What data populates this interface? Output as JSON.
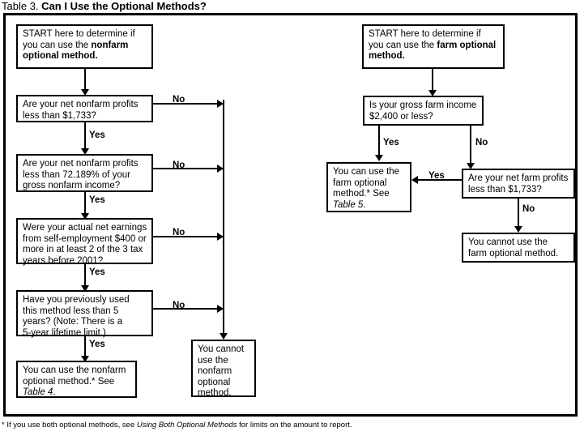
{
  "title": {
    "prefix": "Table 3.",
    "main": "Can I Use the Optional Methods?"
  },
  "footnote": {
    "pre": "* If you use both optional methods, see ",
    "italic": "Using Both Optional Methods",
    "post": " for limits on the amount to report."
  },
  "labels": {
    "yes": "Yes",
    "no": "No"
  },
  "nonfarm": {
    "start": {
      "line1": "START here to determine if",
      "line2": "you can use the ",
      "bold2": "nonfarm",
      "bold3": "optional method."
    },
    "q1": {
      "line1": "Are your net nonfarm profits",
      "line2": "less than $1,733?"
    },
    "q2": {
      "line1": "Are your net nonfarm profits",
      "line2": "less than 72.189% of your",
      "line3": "gross nonfarm income?"
    },
    "q3": {
      "line1": "Were your actual net earnings",
      "line2": "from self-employment $400 or",
      "line3": "more in at least 2 of the 3 tax",
      "line4": "years before 2001?"
    },
    "q4": {
      "line1": "Have you previously used",
      "line2": "this method less than 5",
      "line3": "years? (Note: There is a",
      "line4": "5-year lifetime limit.)"
    },
    "can_use": {
      "line1": "You can use the nonfarm",
      "line2": "optional method.* See",
      "italic3": "Table 4",
      "tail3": "."
    },
    "cannot_use": {
      "line1": "You cannot",
      "line2": "use the",
      "line3": "nonfarm",
      "line4": "optional",
      "line5": "method."
    }
  },
  "farm": {
    "start": {
      "line1": "START here to determine if",
      "line2": "you can use the ",
      "bold2": "farm optional",
      "bold3": "method."
    },
    "q1": {
      "line1": "Is your gross farm income",
      "line2": "$2,400 or less?"
    },
    "q2": {
      "line1": "Are your net farm profits",
      "line2": "less than $1,733?"
    },
    "can_use": {
      "line1": "You can use the",
      "line2": "farm optional",
      "line3": "method.* See",
      "italic4": "Table 5",
      "tail4": "."
    },
    "cannot_use": {
      "line1": "You cannot use the",
      "line2": "farm optional method."
    }
  }
}
